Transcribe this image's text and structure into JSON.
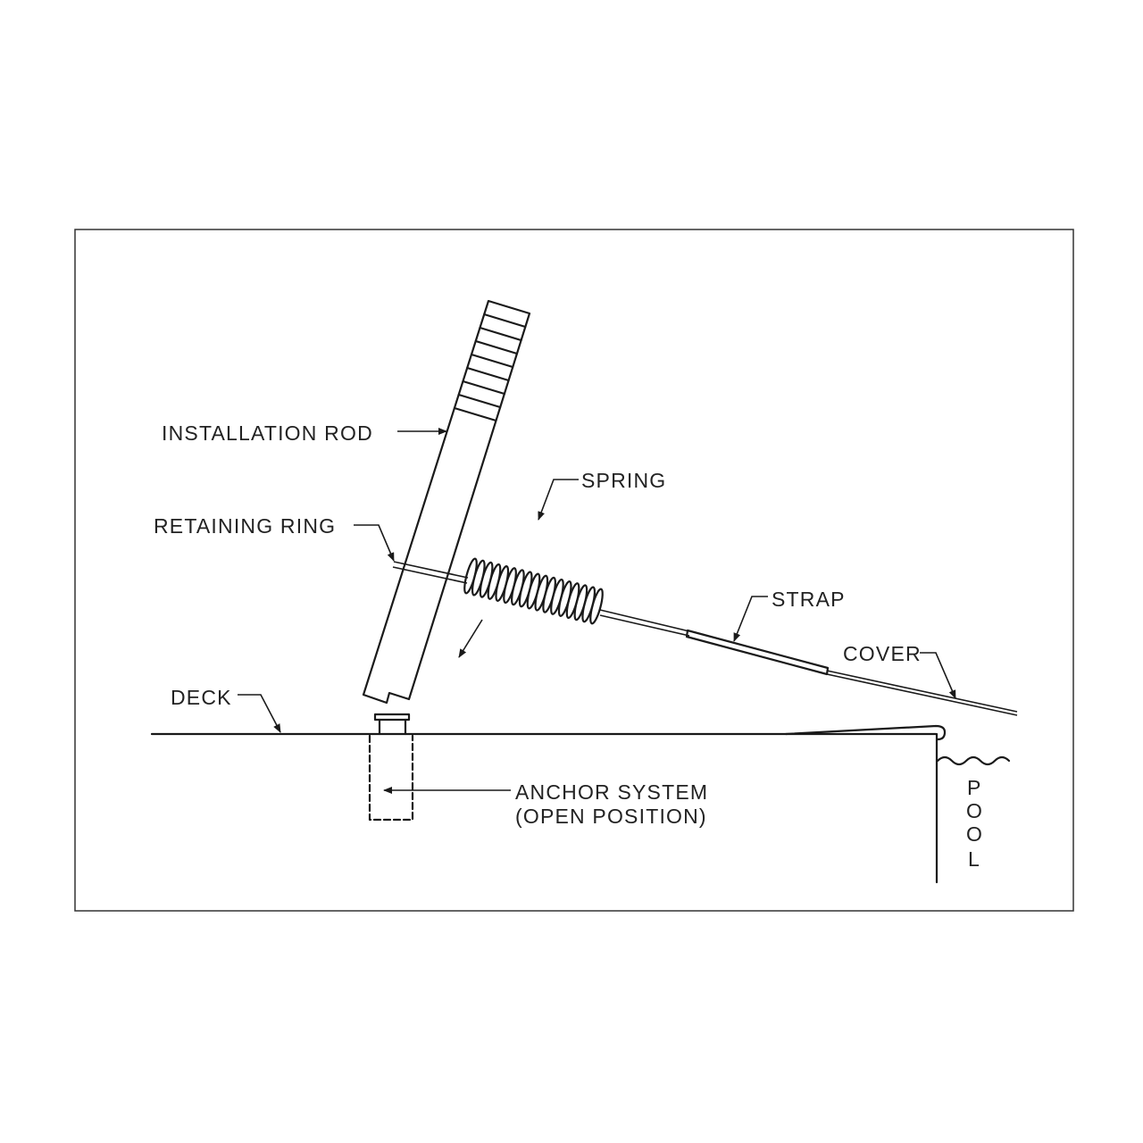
{
  "labels": {
    "installation_rod": "INSTALLATION ROD",
    "spring": "SPRING",
    "retaining_ring": "RETAINING RING",
    "strap": "STRAP",
    "cover": "COVER",
    "deck": "DECK",
    "anchor_line1": "ANCHOR SYSTEM",
    "anchor_line2": "(OPEN POSITION)",
    "pool_letters": [
      "P",
      "O",
      "O",
      "L"
    ]
  },
  "colors": {
    "line": "#1a1a1a",
    "frame": "#333333",
    "background": "#ffffff"
  }
}
